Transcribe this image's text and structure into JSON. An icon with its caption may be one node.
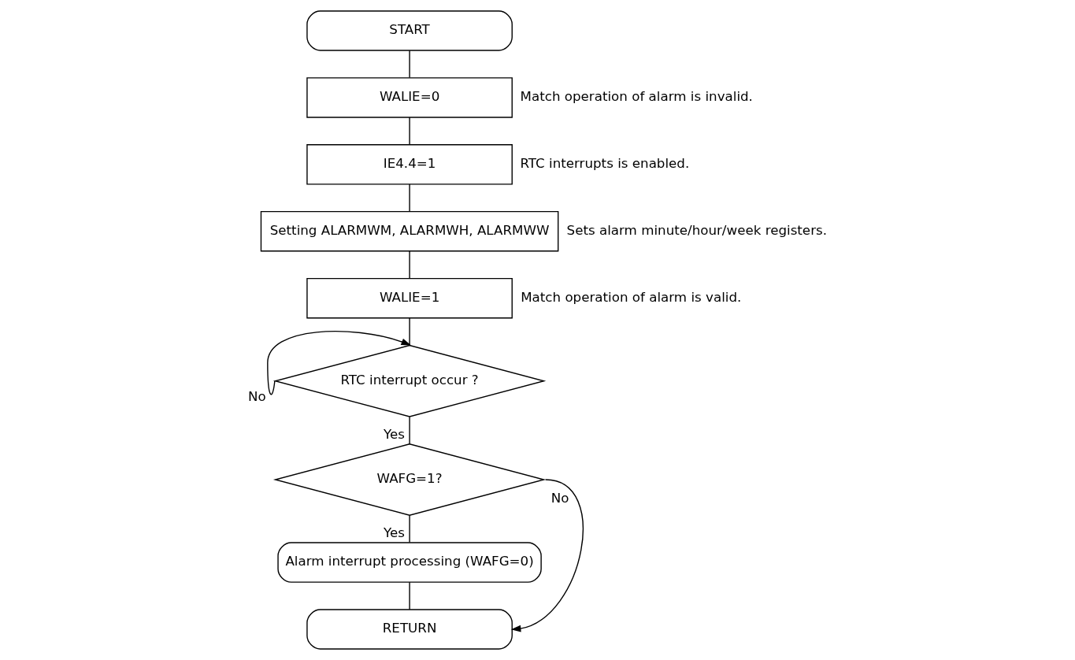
{
  "diagram": {
    "nodes": [
      {
        "text": [
          "START"
        ]
      },
      {
        "text": [
          "WALIE=0"
        ],
        "beside": [
          "Match operation of alarm is invalid."
        ]
      },
      {
        "text": [
          "IE4.4=1"
        ],
        "beside": [
          "RTC interrupts is enabled."
        ]
      },
      {
        "text": [
          "Setting ALARMWM, ALARMWH, ALARMWW"
        ],
        "beside": [
          "Sets alarm minute/hour/week registers."
        ]
      },
      {
        "text": [
          "WALIE=1"
        ],
        "beside": [
          "Match operation of alarm is valid."
        ]
      },
      {
        "text": [
          "RTC interrupt occur ?"
        ]
      },
      {
        "text": [
          "WAFG=1?"
        ]
      },
      {
        "text": [
          "Alarm interrupt processing (WAFG=0)"
        ]
      },
      {
        "text": [
          "RETURN"
        ]
      }
    ],
    "edges": [
      {
        "from": 0,
        "to": 1,
        "arrow": "none"
      },
      {
        "from": 1,
        "to": 2,
        "arrow": "none"
      },
      {
        "from": 2,
        "to": 3,
        "arrow": "none"
      },
      {
        "from": 3,
        "to": 4,
        "arrow": "none"
      },
      {
        "from": 4,
        "to": 5,
        "arrow": "none"
      },
      {
        "from": 5,
        "to": 5,
        "arrow": "to",
        "label": "No"
      },
      {
        "from": 5,
        "to": 6,
        "arrow": "none",
        "label": "Yes"
      },
      {
        "from": 6,
        "to": 7,
        "arrow": "none",
        "label": "Yes"
      },
      {
        "from": 6,
        "to": 8,
        "arrow": "to",
        "label": "No"
      },
      {
        "from": 7,
        "to": 8,
        "arrow": "none"
      }
    ]
  }
}
